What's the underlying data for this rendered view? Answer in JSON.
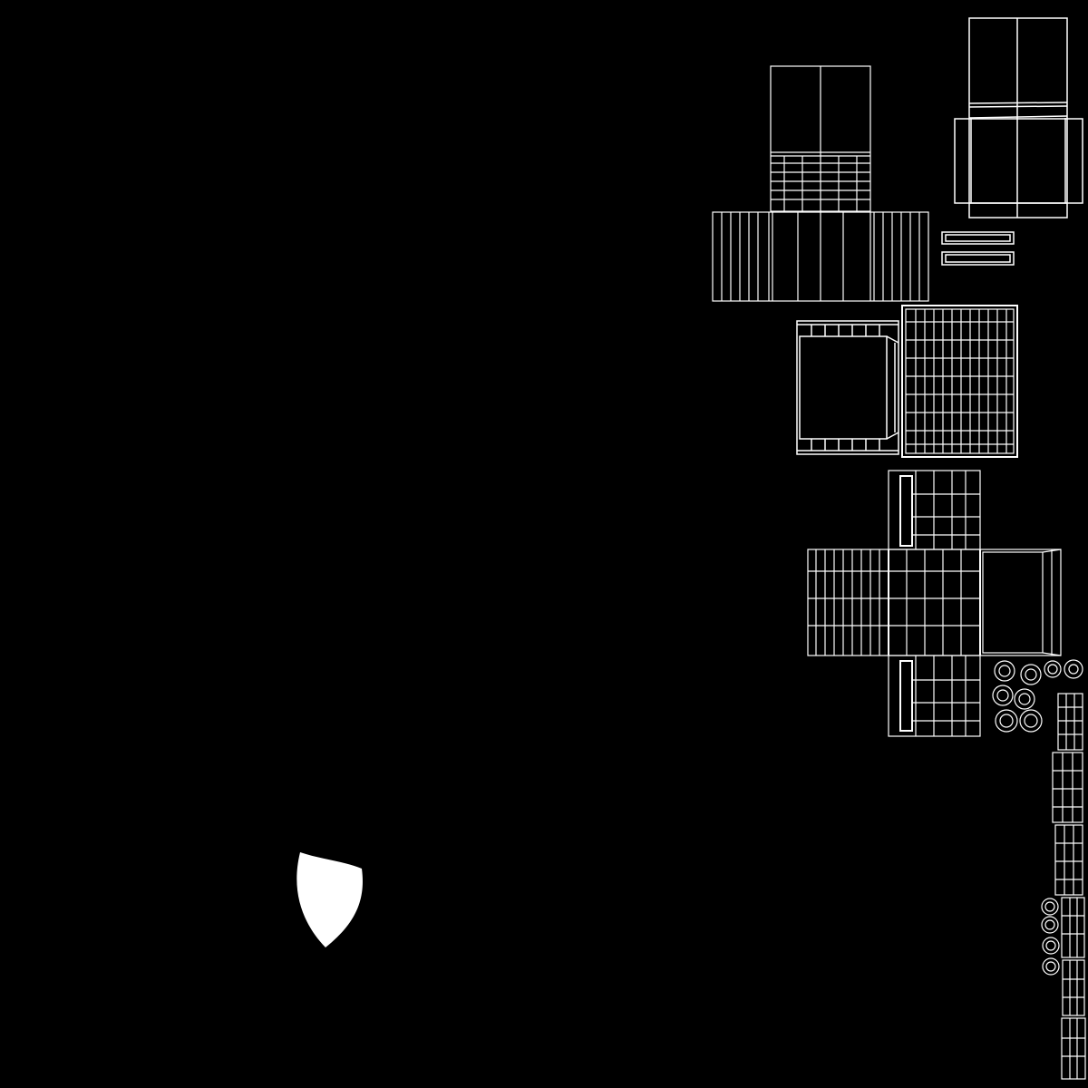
{
  "canvas": {
    "background": "#000000",
    "wire_color": "#ffffff",
    "fill_color": "#ffffff"
  },
  "shells": [
    {
      "name": "top-panel-upper-right"
    },
    {
      "name": "top-panel-cross"
    },
    {
      "name": "strap-pair"
    },
    {
      "name": "middle-frame-panel"
    },
    {
      "name": "middle-grid-panel"
    },
    {
      "name": "lower-cross-panel"
    },
    {
      "name": "rivet-cluster"
    },
    {
      "name": "grip-strip-column"
    },
    {
      "name": "small-rivet-column"
    },
    {
      "name": "blade-shape"
    }
  ]
}
